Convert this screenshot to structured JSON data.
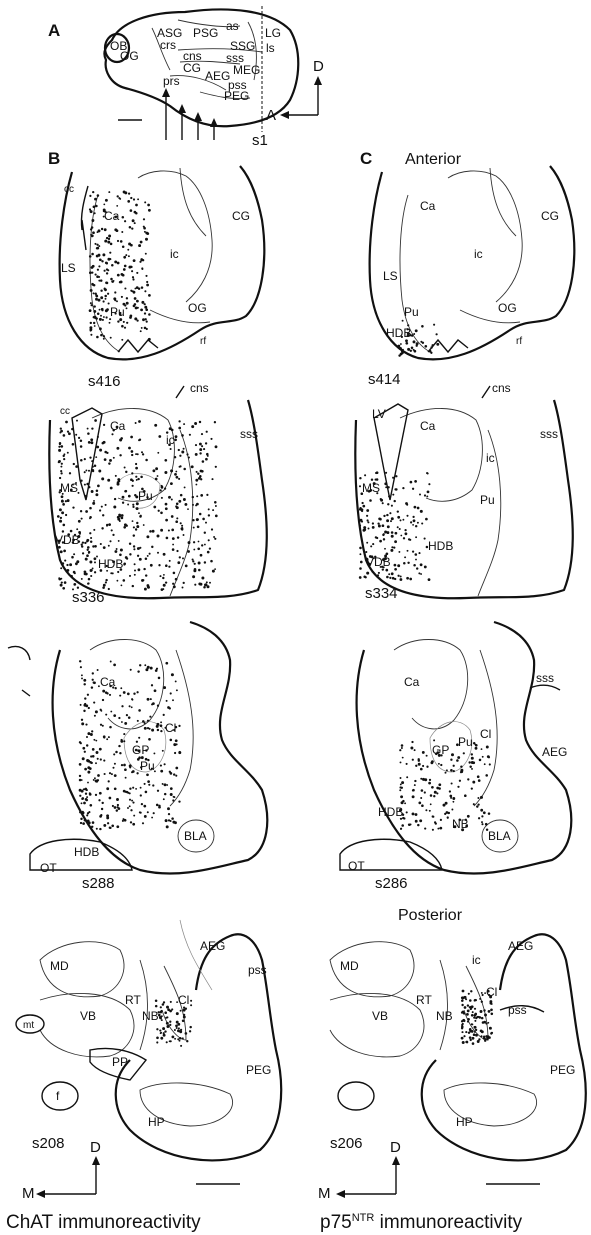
{
  "panels": {
    "a_letter": "A",
    "b_letter": "B",
    "c_letter": "C"
  },
  "headers": {
    "anterior": "Anterior",
    "posterior": "Posterior"
  },
  "brain_labels": {
    "ob": "OB",
    "og": "OG",
    "asg": "ASG",
    "crs": "crs",
    "psg": "PSG",
    "as": "as",
    "lg": "LG",
    "ls": "ls",
    "ssg": "SSG",
    "sss": "sss",
    "cns": "cns",
    "cg": "CG",
    "aeg": "AEG",
    "meg": "MEG",
    "prs": "prs",
    "pss": "pss",
    "peg": "PEG",
    "d": "D",
    "a": "A",
    "s1": "s1"
  },
  "sections": {
    "b1": {
      "id": "s416",
      "labels": {
        "cc": "cc",
        "ca": "Ca",
        "cg": "CG",
        "ls": "LS",
        "ic": "ic",
        "pu": "Pu",
        "og": "OG",
        "rf": "rf"
      }
    },
    "c1": {
      "id": "s414",
      "labels": {
        "ca": "Ca",
        "cg": "CG",
        "ls": "LS",
        "ic": "ic",
        "pu": "Pu",
        "og": "OG",
        "hdb": "HDB",
        "rf": "rf"
      }
    },
    "b2": {
      "id": "s336",
      "labels": {
        "cc": "cc",
        "cns": "cns",
        "ca": "Ca",
        "ic": "ic",
        "sss": "sss",
        "ms": "MS",
        "pu": "Pu",
        "vdb": "VDB",
        "hdb": "HDB"
      }
    },
    "c2": {
      "id": "s334",
      "labels": {
        "lv": "LV",
        "cns": "cns",
        "ca": "Ca",
        "ic": "ic",
        "sss": "sss",
        "ms": "MS",
        "pu": "Pu",
        "hdb": "HDB",
        "vdb": "VDB"
      }
    },
    "b3": {
      "id": "s288",
      "labels": {
        "ca": "Ca",
        "cl": "Cl",
        "gp": "GP",
        "pu": "Pu",
        "hdb": "HDB",
        "bla": "BLA",
        "ot": "OT"
      }
    },
    "c3": {
      "id": "s286",
      "labels": {
        "ca": "Ca",
        "sss": "sss",
        "cl": "Cl",
        "aeg": "AEG",
        "gp": "GP",
        "pu": "Pu",
        "hdb": "HDB",
        "nb": "NB",
        "bla": "BLA",
        "ot": "OT"
      }
    },
    "b4": {
      "id": "s208",
      "labels": {
        "aeg": "AEG",
        "pss": "pss",
        "md": "MD",
        "vb": "VB",
        "rt": "RT",
        "cl": "Cl",
        "nb": "NB",
        "mt": "mt",
        "pp": "PP",
        "peg": "PEG",
        "f": "f",
        "hp": "HP"
      }
    },
    "c4": {
      "id": "s206",
      "labels": {
        "ic": "ic",
        "aeg": "AEG",
        "md": "MD",
        "rt": "RT",
        "cl": "Cl",
        "pss": "pss",
        "vb": "VB",
        "nb": "NB",
        "peg": "PEG",
        "hp": "HP"
      }
    }
  },
  "axes": {
    "d": "D",
    "m": "M"
  },
  "captions": {
    "left": "ChAT immunoreactivity",
    "right_prefix": "p75",
    "right_sup": "NTR",
    "right_suffix": " immunoreactivity"
  }
}
